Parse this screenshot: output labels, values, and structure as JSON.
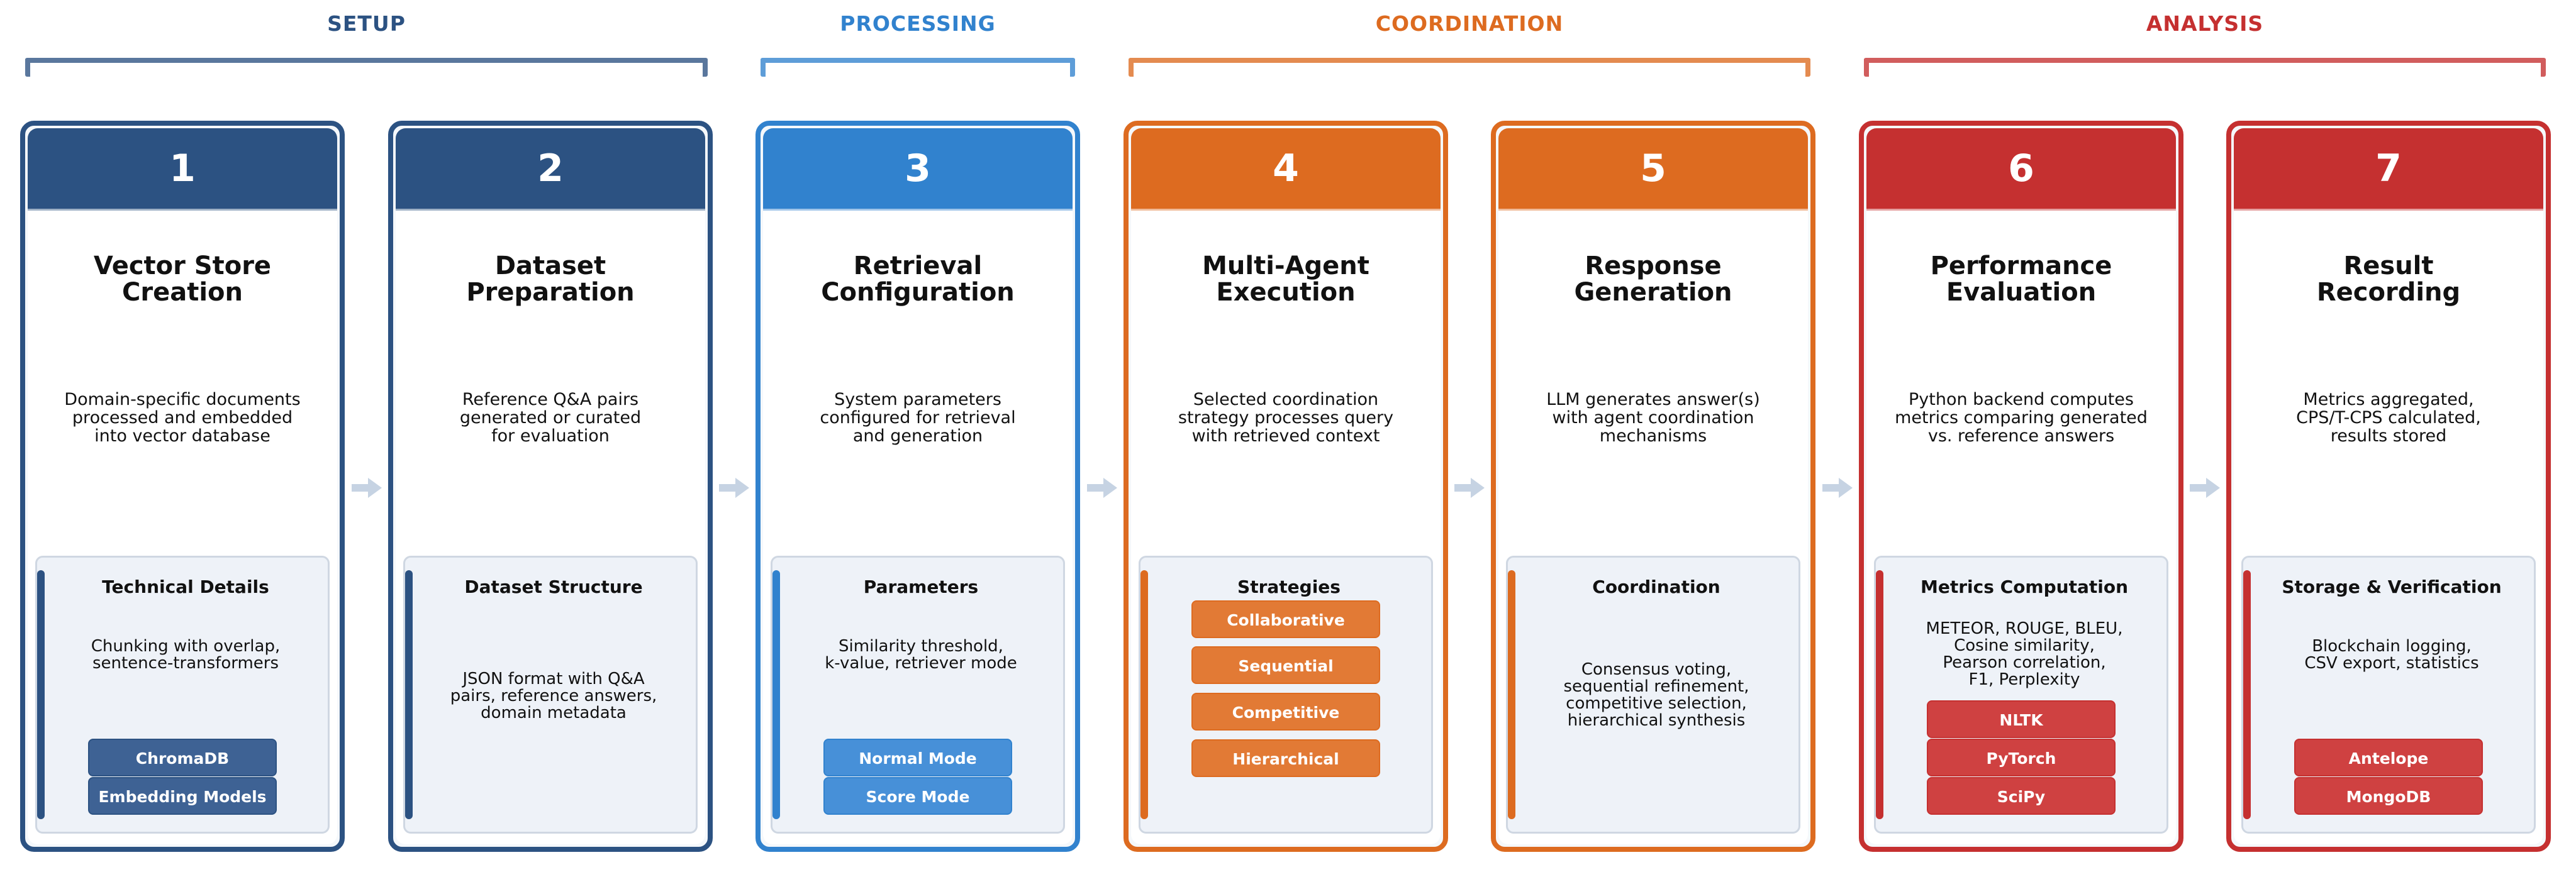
{
  "phases": [
    {
      "label": "SETUP",
      "color": "#2c5282"
    },
    {
      "label": "PROCESSING",
      "color": "#3182ce"
    },
    {
      "label": "COORDINATION",
      "color": "#dd6b20"
    },
    {
      "label": "ANALYSIS",
      "color": "#c53030"
    }
  ],
  "steps": [
    {
      "number": "1",
      "title": [
        "Vector Store",
        "Creation"
      ],
      "description": [
        "Domain-specific documents",
        "processed and embedded",
        "into vector database"
      ],
      "panel_title": "Technical Details",
      "panel_text": [
        "Chunking with overlap,",
        "sentence-transformers"
      ],
      "tags": [
        "ChromaDB",
        "Embedding Models"
      ]
    },
    {
      "number": "2",
      "title": [
        "Dataset",
        "Preparation"
      ],
      "description": [
        "Reference Q&A pairs",
        "generated or curated",
        "for evaluation"
      ],
      "panel_title": "Dataset Structure",
      "panel_text": [
        "JSON format with Q&A",
        "pairs, reference answers,",
        "domain metadata"
      ],
      "tags": []
    },
    {
      "number": "3",
      "title": [
        "Retrieval",
        "Configuration"
      ],
      "description": [
        "System parameters",
        "configured for retrieval",
        "and generation"
      ],
      "panel_title": "Parameters",
      "panel_text": [
        "Similarity threshold,",
        "k-value, retriever mode"
      ],
      "tags": [
        "Normal Mode",
        "Score Mode"
      ]
    },
    {
      "number": "4",
      "title": [
        "Multi-Agent",
        "Execution"
      ],
      "description": [
        "Selected coordination",
        "strategy processes query",
        "with retrieved context"
      ],
      "panel_title": "Strategies",
      "panel_text": [],
      "tags": [
        "Collaborative",
        "Sequential",
        "Competitive",
        "Hierarchical"
      ]
    },
    {
      "number": "5",
      "title": [
        "Response",
        "Generation"
      ],
      "description": [
        "LLM generates answer(s)",
        "with agent coordination",
        "mechanisms"
      ],
      "panel_title": "Coordination",
      "panel_text": [
        "Consensus voting,",
        "sequential refinement,",
        "competitive selection,",
        "hierarchical synthesis"
      ],
      "tags": []
    },
    {
      "number": "6",
      "title": [
        "Performance",
        "Evaluation"
      ],
      "description": [
        "Python backend computes",
        "metrics comparing generated",
        "vs. reference answers"
      ],
      "panel_title": "Metrics Computation",
      "panel_text": [
        "METEOR, ROUGE, BLEU,",
        "Cosine similarity,",
        "Pearson correlation,",
        "F1, Perplexity"
      ],
      "tags": [
        "NLTK",
        "PyTorch",
        "SciPy"
      ]
    },
    {
      "number": "7",
      "title": [
        "Result",
        "Recording"
      ],
      "description": [
        "Metrics aggregated,",
        "CPS/T-CPS calculated,",
        "results stored"
      ],
      "panel_title": "Storage & Verification",
      "panel_text": [
        "Blockchain logging,",
        "CSV export, statistics"
      ],
      "tags": [
        "Antelope",
        "MongoDB"
      ]
    }
  ]
}
